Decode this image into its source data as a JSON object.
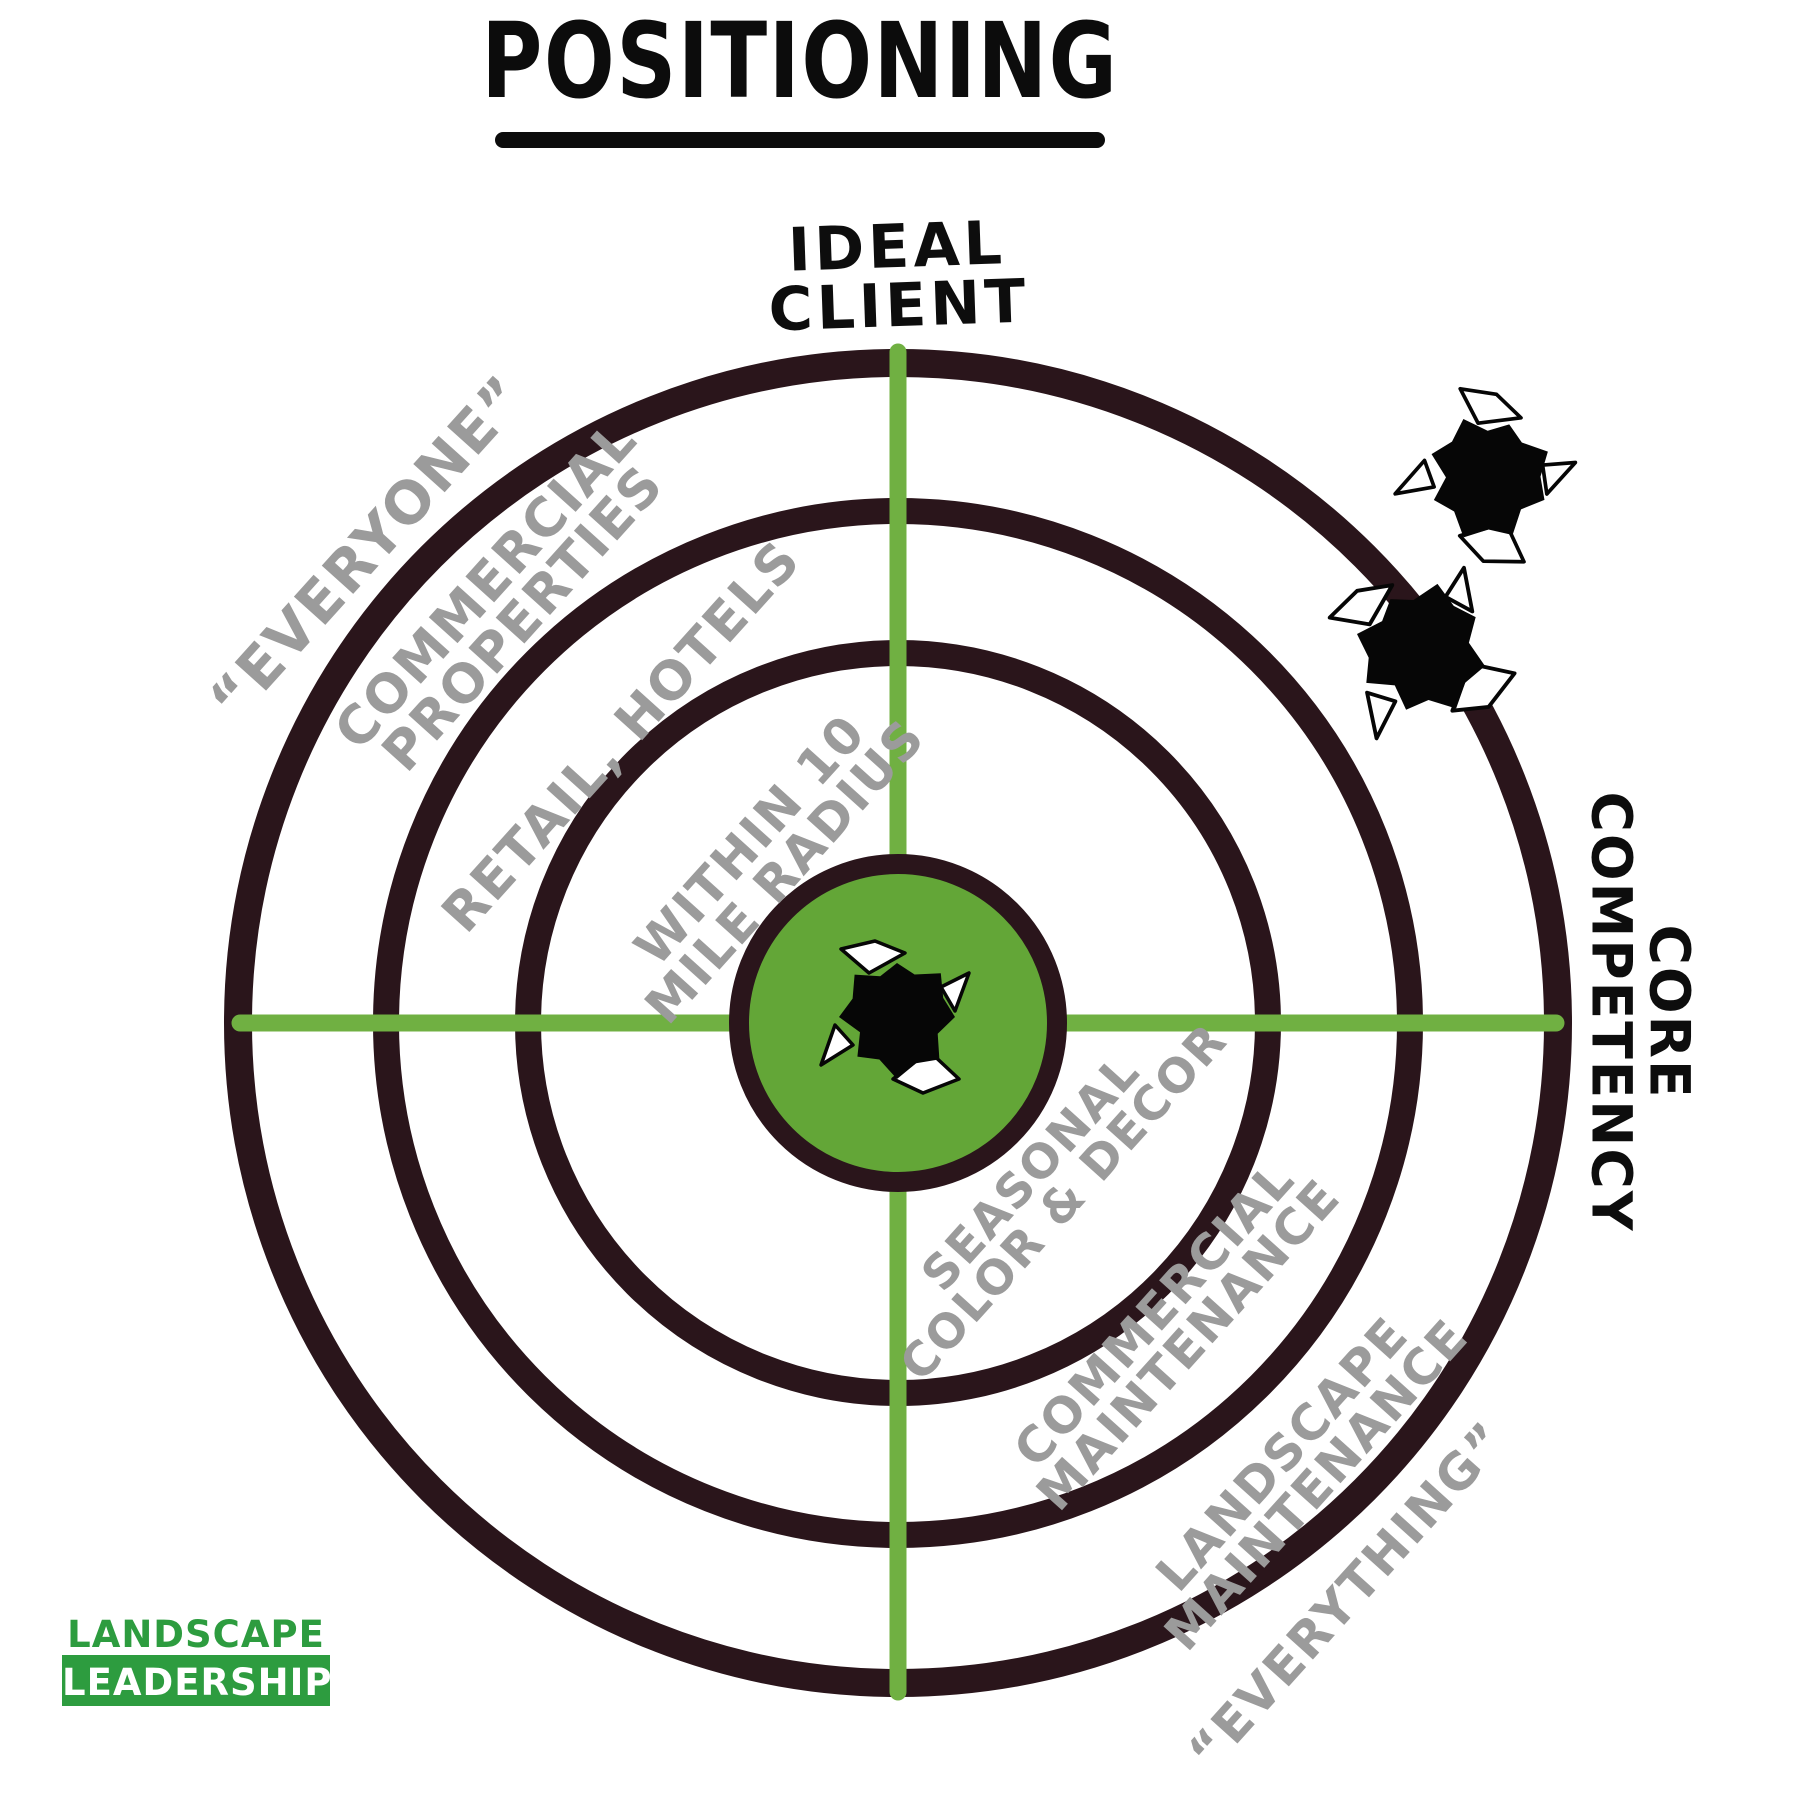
{
  "title": {
    "text": "POSITIONING"
  },
  "axis_labels": {
    "ideal_client": {
      "line1": "IDEAL",
      "line2": "CLIENT"
    },
    "core_competency": {
      "line1": "CORE",
      "line2": "COMPETENCY"
    }
  },
  "ring_labels": {
    "everyone": {
      "line1": "“EVERYONE”"
    },
    "commercial_properties": {
      "line1": "COMMERCIAL",
      "line2": "PROPERTIES"
    },
    "retail_hotels": {
      "line1": "RETAIL, HOTELS"
    },
    "within_10_mile_radius": {
      "line1": "WITHIN 10",
      "line2": "MILE RADIUS"
    },
    "seasonal_color_decor": {
      "line1": "SEASONAL",
      "line2": "COLOR & DECOR"
    },
    "commercial_maintenance": {
      "line1": "COMMERCIAL",
      "line2": "MAINTENANCE"
    },
    "landscape_maintenance": {
      "line1": "LANDSCAPE",
      "line2": "MAINTENANCE"
    },
    "everything": {
      "line1": "“EVERYTHING”"
    }
  },
  "bullet_holes": [
    {
      "location": "bullseye-center"
    },
    {
      "location": "outer-ring-upper-right"
    },
    {
      "location": "outside-target-upper-right"
    }
  ],
  "logo": {
    "line1": "LANDSCAPE",
    "line2": "LEADERSHIP"
  },
  "colors": {
    "target_green": "#63a637",
    "crosshair_green": "#70b042",
    "ring_stroke": "#2a151b",
    "label_gray": "#9b9b9b",
    "logo_green": "#2d9c3f",
    "text_black": "#0c0c0c"
  }
}
